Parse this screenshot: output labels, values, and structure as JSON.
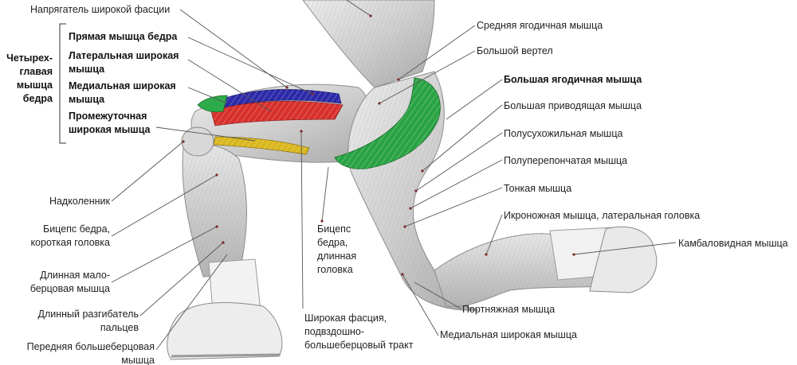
{
  "colors": {
    "rectus_femoris": "#2c2aa8",
    "vastus_lateralis": "#d8302c",
    "vastus_medialis": "#2eab4a",
    "vastus_intermedius": "#d9b71e",
    "gluteus_maximus": "#2aa344",
    "leader_lines": "#555555",
    "skin": "#dcdcdc",
    "muscle_shade": "#a8a8a8"
  },
  "group_label": [
    "Четырех-",
    "главая",
    "мышца",
    "бедра"
  ],
  "labels": {
    "tensor_fasciae": "Напрягатель широкой фасции",
    "rectus_femoris": "Прямая мышца бедра",
    "vastus_lateralis": [
      "Латеральная широкая",
      "мышца"
    ],
    "vastus_medialis": [
      "Медиальная широкая",
      "мышца"
    ],
    "vastus_intermedius": [
      "Промежуточная",
      "широкая мышца"
    ],
    "patella": "Надколенник",
    "biceps_short": [
      "Бицепс бедра,",
      "короткая головка"
    ],
    "peroneus_longus": [
      "Длинная мало-",
      "берцовая мышца"
    ],
    "ext_digitorum": [
      "Длинный разгибатель",
      "пальцев"
    ],
    "tibialis_anterior": [
      "Передняя большеберцовая",
      "мышца"
    ],
    "biceps_long": [
      "Бицепс",
      "бедра,",
      "длинная",
      "головка"
    ],
    "fascia_lata": [
      "Широкая фасция,",
      "подвздошно-",
      "большеберцовый тракт"
    ],
    "gluteus_medius": "Средняя ягодичная мышца",
    "greater_trochanter": "Большой вертел",
    "gluteus_maximus": "Большая ягодичная мышца",
    "adductor_magnus": "Большая приводящая мышца",
    "semitendinosus": "Полусухожильная мышца",
    "semimembranosus": "Полуперепончатая мышца",
    "gracilis": "Тонкая мышца",
    "gastrocnemius_lat": "Икроножная мышца, латеральная головка",
    "soleus": "Камбаловидная мышца",
    "sartorius": "Портняжная мышца",
    "vastus_medialis_2": "Медиальная широкая мышца"
  }
}
